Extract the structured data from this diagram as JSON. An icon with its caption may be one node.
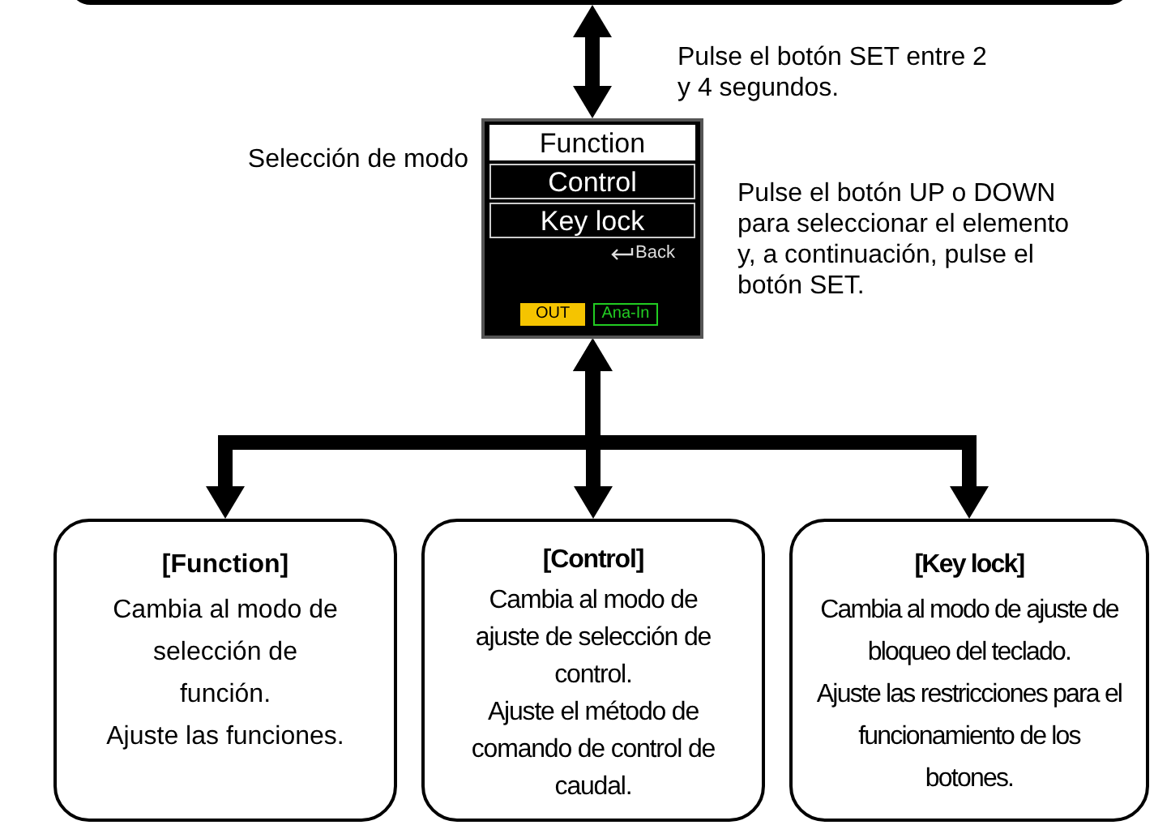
{
  "diagram": {
    "nodes": [
      {
        "text": [],
        "shape": "box"
      },
      {
        "text": [
          "Function",
          "Control",
          "Key lock",
          "Back",
          "OUT",
          "Ana-In"
        ],
        "beside": [
          "Selección de modo"
        ]
      },
      {
        "text": [
          "[Function]",
          "Cambia al modo de selección de función.",
          "Ajuste las funciones."
        ]
      },
      {
        "text": [
          "[Control]",
          "Cambia al modo de ajuste de selección de control.",
          "Ajuste el método de comando de control de caudal."
        ]
      },
      {
        "text": [
          "[Key lock]",
          "Cambia al modo de ajuste de bloqueo del teclado.",
          "Ajuste las restricciones para el funcionamiento de los botones."
        ]
      }
    ],
    "edges": [
      {
        "from": 0,
        "to": 1,
        "arrow": "both"
      },
      {
        "from": 1,
        "to": 2,
        "arrow": "both"
      },
      {
        "from": 1,
        "to": 3,
        "arrow": "both"
      },
      {
        "from": 1,
        "to": 4,
        "arrow": "both"
      }
    ],
    "labels": [
      "Pulse el botón SET entre 2 y 4 segundos.",
      "Pulse el botón UP o DOWN para seleccionar el elemento y, a continuación, pulse el botón SET."
    ]
  }
}
